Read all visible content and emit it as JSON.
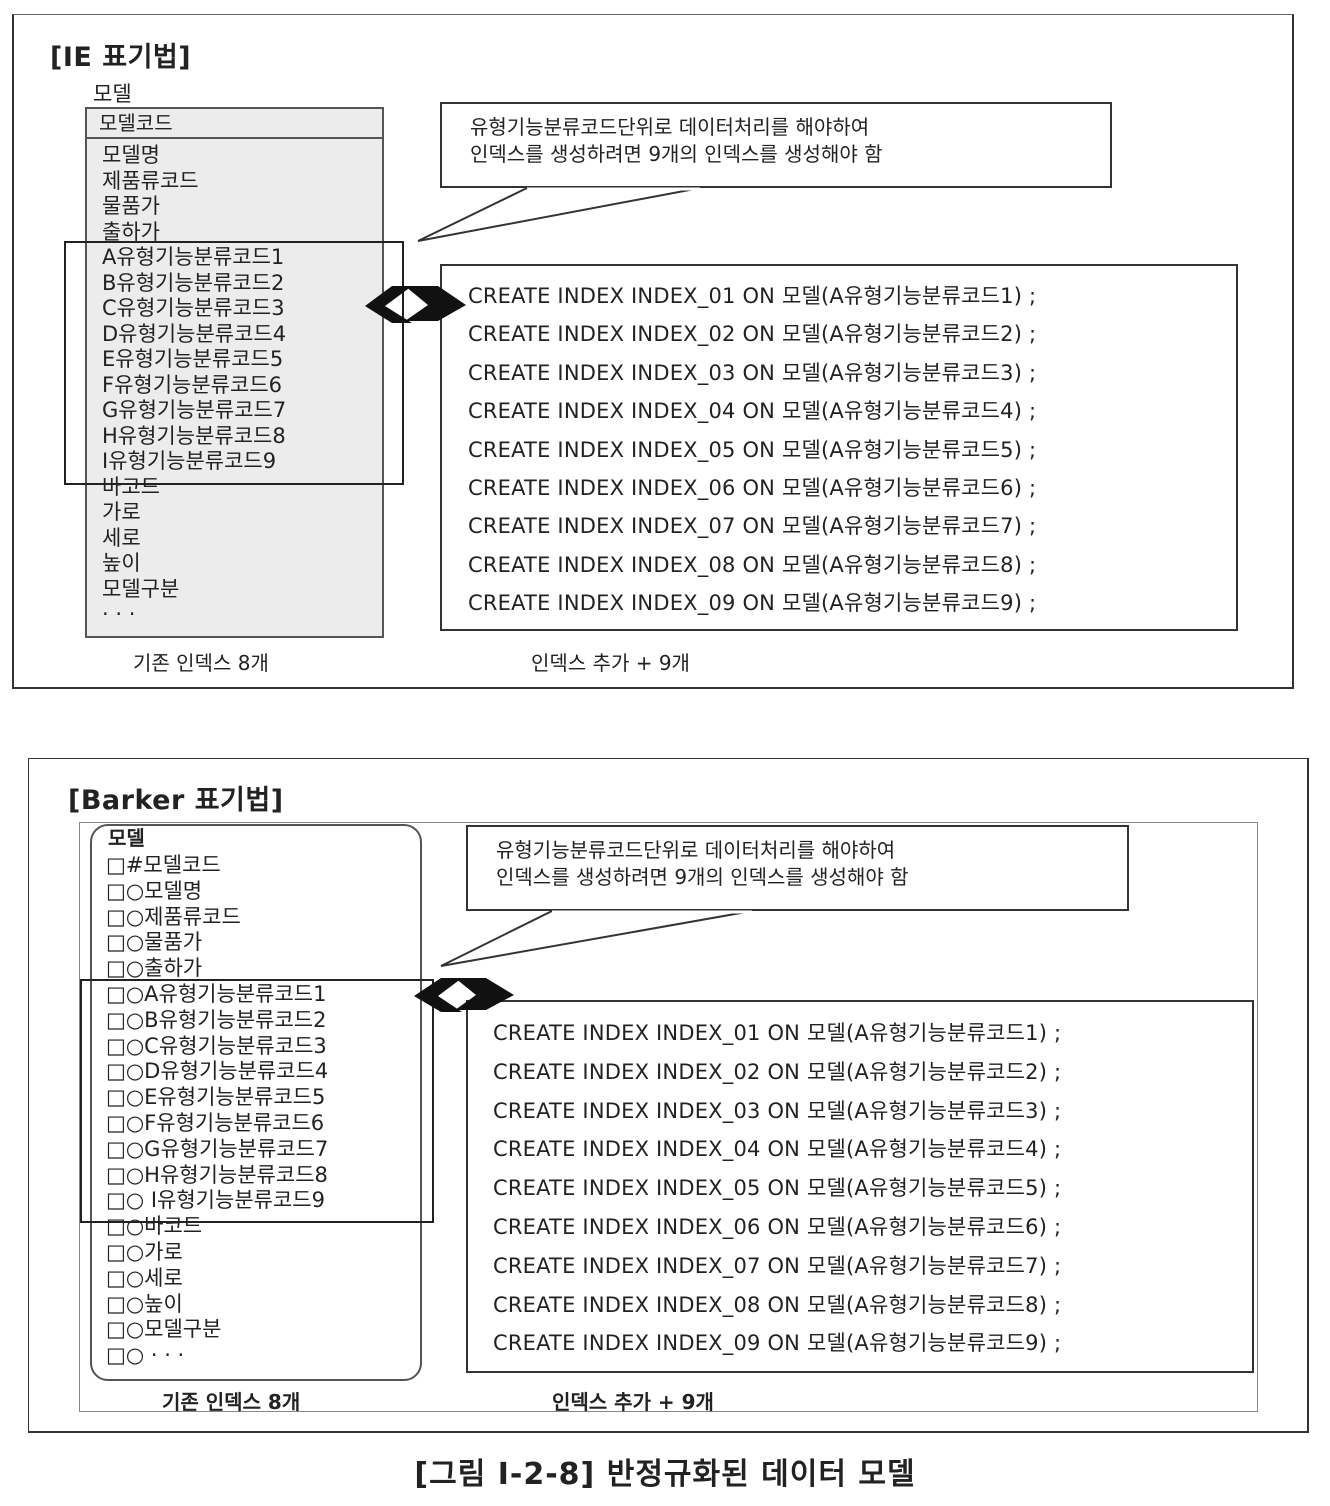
{
  "ie": {
    "title": "[IE 표기법]",
    "entity_name": "모델",
    "primary_key": "모델코드",
    "attributes": [
      "모델명",
      "제품류코드",
      "물품가",
      "출하가",
      "A유형기능분류코드1",
      "B유형기능분류코드2",
      "C유형기능분류코드3",
      "D유형기능분류코드4",
      "E유형기능분류코드5",
      "F유형기능분류코드6",
      "G유형기능분류코드7",
      "H유형기능분류코드8",
      " I유형기능분류코드9",
      "바코드",
      "가로",
      "세로",
      "높이",
      "모델구분",
      "· · ·"
    ],
    "callout": [
      "유형기능분류코드단위로 데이터처리를 해야하여",
      "인덱스를 생성하려면 9개의 인덱스를 생성해야 함"
    ],
    "sql": [
      "CREATE INDEX INDEX_01 ON 모델(A유형기능분류코드1) ;",
      "CREATE INDEX INDEX_02 ON 모델(A유형기능분류코드2) ;",
      "CREATE INDEX INDEX_03 ON 모델(A유형기능분류코드3) ;",
      "CREATE INDEX INDEX_04 ON 모델(A유형기능분류코드4) ;",
      "CREATE INDEX INDEX_05 ON 모델(A유형기능분류코드5) ;",
      "CREATE INDEX INDEX_06 ON 모델(A유형기능분류코드6) ;",
      "CREATE INDEX INDEX_07 ON 모델(A유형기능분류코드7) ;",
      "CREATE INDEX INDEX_08 ON 모델(A유형기능분류코드8) ;",
      "CREATE INDEX INDEX_09 ON 모델(A유형기능분류코드9) ;"
    ],
    "caption_left": "기존 인덱스 8개",
    "caption_right": "인덱스 추가 + 9개"
  },
  "barker": {
    "title": "[Barker 표기법]",
    "entity_name": "모델",
    "attributes": [
      "□#모델코드",
      "□○모델명",
      "□○제품류코드",
      "□○물품가",
      "□○출하가",
      "□○A유형기능분류코드1",
      "□○B유형기능분류코드2",
      "□○C유형기능분류코드3",
      "□○D유형기능분류코드4",
      "□○E유형기능분류코드5",
      "□○F유형기능분류코드6",
      "□○G유형기능분류코드7",
      "□○H유형기능분류코드8",
      "□○ I유형기능분류코드9",
      "□○바코드",
      "□○가로",
      "□○세로",
      "□○높이",
      "□○모델구분",
      "□○ · · ·"
    ],
    "callout": [
      "유형기능분류코드단위로 데이터처리를 해야하여",
      "인덱스를 생성하려면 9개의 인덱스를 생성해야 함"
    ],
    "sql": [
      "CREATE INDEX INDEX_01 ON 모델(A유형기능분류코드1) ;",
      "CREATE INDEX INDEX_02 ON 모델(A유형기능분류코드2) ;",
      "CREATE INDEX INDEX_03 ON 모델(A유형기능분류코드3) ;",
      "CREATE INDEX INDEX_04 ON 모델(A유형기능분류코드4) ;",
      "CREATE INDEX INDEX_05 ON 모델(A유형기능분류코드5) ;",
      "CREATE INDEX INDEX_06 ON 모델(A유형기능분류코드6) ;",
      "CREATE INDEX INDEX_07 ON 모델(A유형기능분류코드7) ;",
      "CREATE INDEX INDEX_08 ON 모델(A유형기능분류코드8) ;",
      "CREATE INDEX INDEX_09 ON 모델(A유형기능분류코드9) ;"
    ],
    "caption_left": "기존 인덱스 8개",
    "caption_right": "인덱스 추가 + 9개"
  },
  "figure_caption": "[그림 Ⅰ-2-8] 반정규화된 데이터 모델"
}
